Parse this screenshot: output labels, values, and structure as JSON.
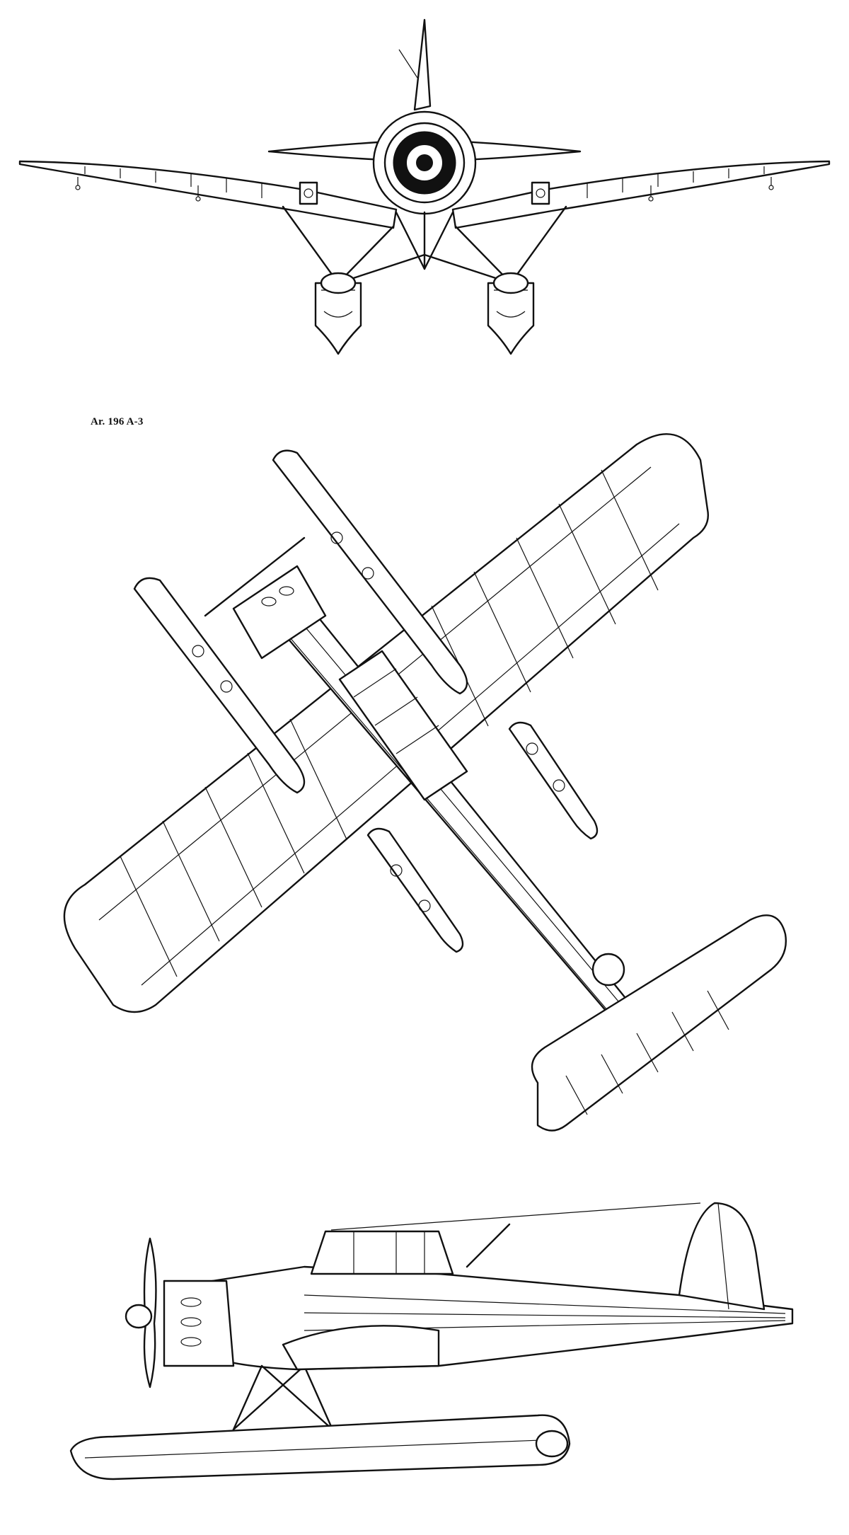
{
  "drawing": {
    "model_label": "Ar. 196 A-3"
  },
  "views": [
    {
      "name": "front-view"
    },
    {
      "name": "top-view"
    },
    {
      "name": "side-view"
    }
  ],
  "colors": {
    "ink": "#111111",
    "paper": "#ffffff"
  }
}
